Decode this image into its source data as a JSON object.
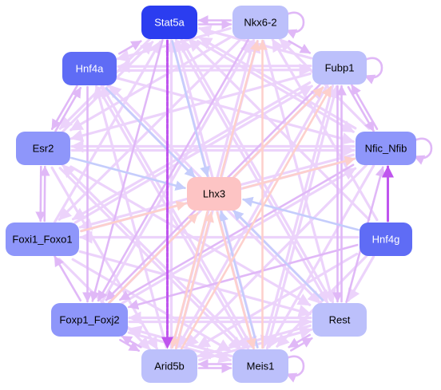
{
  "diagram": {
    "type": "network",
    "node_colors": {
      "dark_blue": "#2b3df0",
      "mid_blue": "#5f6cf5",
      "periwinkle": "#8e96fa",
      "pale_blue": "#bcc0fb",
      "salmon": "#fdc4c4"
    },
    "edge_colors": {
      "lilac": "#e0b8f7",
      "light_lilac": "#ecd3fb",
      "violet": "#bf55ee",
      "pale_blue": "#c5cdfc",
      "peach": "#fdd0cc"
    },
    "nodes": [
      {
        "id": "stat5a",
        "label": "Stat5a",
        "color": "dark_blue",
        "text_color": "#ffffff",
        "self_loop": false
      },
      {
        "id": "nkx62",
        "label": "Nkx6-2",
        "color": "pale_blue",
        "text_color": "#000000",
        "self_loop": true
      },
      {
        "id": "hnf4a",
        "label": "Hnf4a",
        "color": "mid_blue",
        "text_color": "#ffffff",
        "self_loop": false
      },
      {
        "id": "fubp1",
        "label": "Fubp1",
        "color": "pale_blue",
        "text_color": "#000000",
        "self_loop": true
      },
      {
        "id": "esr2",
        "label": "Esr2",
        "color": "periwinkle",
        "text_color": "#000000",
        "self_loop": false
      },
      {
        "id": "nfic",
        "label": "Nfic_Nfib",
        "color": "periwinkle",
        "text_color": "#000000",
        "self_loop": true
      },
      {
        "id": "lhx3",
        "label": "Lhx3",
        "color": "salmon",
        "text_color": "#000000",
        "self_loop": false
      },
      {
        "id": "foxi1",
        "label": "Foxi1_Foxo1",
        "color": "periwinkle",
        "text_color": "#000000",
        "self_loop": false
      },
      {
        "id": "hnf4g",
        "label": "Hnf4g",
        "color": "mid_blue",
        "text_color": "#ffffff",
        "self_loop": false
      },
      {
        "id": "foxp1",
        "label": "Foxp1_Foxj2",
        "color": "periwinkle",
        "text_color": "#000000",
        "self_loop": false
      },
      {
        "id": "rest",
        "label": "Rest",
        "color": "pale_blue",
        "text_color": "#000000",
        "self_loop": false
      },
      {
        "id": "arid5b",
        "label": "Arid5b",
        "color": "pale_blue",
        "text_color": "#000000",
        "self_loop": false
      },
      {
        "id": "meis1",
        "label": "Meis1",
        "color": "pale_blue",
        "text_color": "#000000",
        "self_loop": true
      }
    ],
    "edges": [
      {
        "from": "stat5a",
        "to": "arid5b",
        "color": "violet",
        "dashed": true
      },
      {
        "from": "stat5a",
        "to": "foxp1",
        "color": "lilac"
      },
      {
        "from": "stat5a",
        "to": "lhx3",
        "color": "pale_blue"
      },
      {
        "from": "stat5a",
        "to": "nkx62",
        "color": "lilac"
      },
      {
        "from": "stat5a",
        "to": "meis1",
        "color": "light_lilac"
      },
      {
        "from": "stat5a",
        "to": "rest",
        "color": "light_lilac"
      },
      {
        "from": "stat5a",
        "to": "nfic",
        "color": "light_lilac"
      },
      {
        "from": "stat5a",
        "to": "esr2",
        "color": "light_lilac"
      },
      {
        "from": "nkx62",
        "to": "stat5a",
        "color": "lilac"
      },
      {
        "from": "nkx62",
        "to": "hnf4a",
        "color": "light_lilac"
      },
      {
        "from": "nkx62",
        "to": "esr2",
        "color": "light_lilac"
      },
      {
        "from": "nkx62",
        "to": "foxi1",
        "color": "light_lilac"
      },
      {
        "from": "nkx62",
        "to": "foxp1",
        "color": "lilac"
      },
      {
        "from": "nkx62",
        "to": "arid5b",
        "color": "light_lilac"
      },
      {
        "from": "nkx62",
        "to": "fubp1",
        "color": "lilac"
      },
      {
        "from": "nkx62",
        "to": "rest",
        "color": "light_lilac"
      },
      {
        "from": "meis1",
        "to": "nkx62",
        "color": "peach"
      },
      {
        "from": "hnf4a",
        "to": "stat5a",
        "color": "lilac"
      },
      {
        "from": "hnf4a",
        "to": "lhx3",
        "color": "pale_blue"
      },
      {
        "from": "hnf4a",
        "to": "foxp1",
        "color": "lilac"
      },
      {
        "from": "hnf4a",
        "to": "nfic",
        "color": "light_lilac"
      },
      {
        "from": "hnf4a",
        "to": "meis1",
        "color": "light_lilac"
      },
      {
        "from": "hnf4a",
        "to": "rest",
        "color": "light_lilac"
      },
      {
        "from": "hnf4a",
        "to": "esr2",
        "color": "lilac"
      },
      {
        "from": "hnf4a",
        "to": "fubp1",
        "color": "light_lilac"
      },
      {
        "from": "fubp1",
        "to": "stat5a",
        "color": "light_lilac"
      },
      {
        "from": "fubp1",
        "to": "esr2",
        "color": "light_lilac"
      },
      {
        "from": "fubp1",
        "to": "foxi1",
        "color": "light_lilac"
      },
      {
        "from": "fubp1",
        "to": "foxp1",
        "color": "lilac"
      },
      {
        "from": "fubp1",
        "to": "arid5b",
        "color": "light_lilac"
      },
      {
        "from": "fubp1",
        "to": "meis1",
        "color": "light_lilac"
      },
      {
        "from": "fubp1",
        "to": "nfic",
        "color": "lilac"
      },
      {
        "from": "fubp1",
        "to": "rest",
        "color": "lilac"
      },
      {
        "from": "fubp1",
        "to": "hnf4a",
        "color": "light_lilac"
      },
      {
        "from": "arid5b",
        "to": "fubp1",
        "color": "peach"
      },
      {
        "from": "esr2",
        "to": "lhx3",
        "color": "pale_blue"
      },
      {
        "from": "esr2",
        "to": "foxi1",
        "color": "lilac"
      },
      {
        "from": "esr2",
        "to": "nfic",
        "color": "light_lilac"
      },
      {
        "from": "esr2",
        "to": "stat5a",
        "color": "light_lilac"
      },
      {
        "from": "esr2",
        "to": "rest",
        "color": "light_lilac"
      },
      {
        "from": "esr2",
        "to": "meis1",
        "color": "light_lilac"
      },
      {
        "from": "esr2",
        "to": "arid5b",
        "color": "light_lilac"
      },
      {
        "from": "esr2",
        "to": "hnf4a",
        "color": "lilac"
      },
      {
        "from": "nfic",
        "to": "esr2",
        "color": "light_lilac"
      },
      {
        "from": "nfic",
        "to": "foxi1",
        "color": "light_lilac"
      },
      {
        "from": "nfic",
        "to": "foxp1",
        "color": "lilac"
      },
      {
        "from": "nfic",
        "to": "arid5b",
        "color": "light_lilac"
      },
      {
        "from": "nfic",
        "to": "meis1",
        "color": "light_lilac"
      },
      {
        "from": "nfic",
        "to": "stat5a",
        "color": "light_lilac"
      },
      {
        "from": "nfic",
        "to": "fubp1",
        "color": "lilac"
      },
      {
        "from": "nfic",
        "to": "nkx62",
        "color": "light_lilac"
      },
      {
        "from": "foxi1",
        "to": "lhx3",
        "color": "peach"
      },
      {
        "from": "foxi1",
        "to": "nfic",
        "color": "light_lilac"
      },
      {
        "from": "foxi1",
        "to": "esr2",
        "color": "lilac"
      },
      {
        "from": "foxi1",
        "to": "rest",
        "color": "light_lilac"
      },
      {
        "from": "foxi1",
        "to": "stat5a",
        "color": "light_lilac"
      },
      {
        "from": "foxi1",
        "to": "meis1",
        "color": "light_lilac"
      },
      {
        "from": "foxi1",
        "to": "arid5b",
        "color": "light_lilac"
      },
      {
        "from": "foxi1",
        "to": "fubp1",
        "color": "light_lilac"
      },
      {
        "from": "hnf4g",
        "to": "nfic",
        "color": "violet"
      },
      {
        "from": "hnf4g",
        "to": "lhx3",
        "color": "pale_blue"
      },
      {
        "from": "hnf4g",
        "to": "foxp1",
        "color": "lilac"
      },
      {
        "from": "hnf4g",
        "to": "foxi1",
        "color": "light_lilac"
      },
      {
        "from": "hnf4g",
        "to": "arid5b",
        "color": "light_lilac"
      },
      {
        "from": "hnf4g",
        "to": "meis1",
        "color": "light_lilac"
      },
      {
        "from": "hnf4g",
        "to": "nkx62",
        "color": "light_lilac"
      },
      {
        "from": "hnf4g",
        "to": "stat5a",
        "color": "light_lilac"
      },
      {
        "from": "hnf4g",
        "to": "rest",
        "color": "light_lilac"
      },
      {
        "from": "foxp1",
        "to": "lhx3",
        "color": "peach"
      },
      {
        "from": "foxp1",
        "to": "foxi1",
        "color": "lilac"
      },
      {
        "from": "foxp1",
        "to": "arid5b",
        "color": "lilac"
      },
      {
        "from": "foxp1",
        "to": "meis1",
        "color": "light_lilac"
      },
      {
        "from": "foxp1",
        "to": "nfic",
        "color": "light_lilac"
      },
      {
        "from": "foxp1",
        "to": "nkx62",
        "color": "light_lilac"
      },
      {
        "from": "foxp1",
        "to": "fubp1",
        "color": "light_lilac"
      },
      {
        "from": "foxp1",
        "to": "rest",
        "color": "light_lilac"
      },
      {
        "from": "rest",
        "to": "lhx3",
        "color": "pale_blue"
      },
      {
        "from": "rest",
        "to": "meis1",
        "color": "lilac"
      },
      {
        "from": "rest",
        "to": "arid5b",
        "color": "light_lilac"
      },
      {
        "from": "rest",
        "to": "fubp1",
        "color": "lilac"
      },
      {
        "from": "rest",
        "to": "nfic",
        "color": "lilac"
      },
      {
        "from": "rest",
        "to": "stat5a",
        "color": "light_lilac"
      },
      {
        "from": "rest",
        "to": "hnf4a",
        "color": "light_lilac"
      },
      {
        "from": "rest",
        "to": "foxp1",
        "color": "light_lilac"
      },
      {
        "from": "arid5b",
        "to": "lhx3",
        "color": "peach"
      },
      {
        "from": "arid5b",
        "to": "meis1",
        "color": "lilac"
      },
      {
        "from": "arid5b",
        "to": "foxp1",
        "color": "lilac"
      },
      {
        "from": "arid5b",
        "to": "stat5a",
        "color": "light_lilac"
      },
      {
        "from": "arid5b",
        "to": "hnf4a",
        "color": "light_lilac"
      },
      {
        "from": "arid5b",
        "to": "nkx62",
        "color": "light_lilac"
      },
      {
        "from": "arid5b",
        "to": "rest",
        "color": "light_lilac"
      },
      {
        "from": "meis1",
        "to": "lhx3",
        "color": "pale_blue"
      },
      {
        "from": "meis1",
        "to": "arid5b",
        "color": "lilac"
      },
      {
        "from": "meis1",
        "to": "rest",
        "color": "lilac"
      },
      {
        "from": "meis1",
        "to": "foxp1",
        "color": "light_lilac"
      },
      {
        "from": "meis1",
        "to": "stat5a",
        "color": "light_lilac"
      },
      {
        "from": "meis1",
        "to": "hnf4a",
        "color": "light_lilac"
      },
      {
        "from": "meis1",
        "to": "fubp1",
        "color": "light_lilac"
      },
      {
        "from": "meis1",
        "to": "esr2",
        "color": "light_lilac"
      },
      {
        "from": "lhx3",
        "to": "nkx62",
        "color": "peach"
      },
      {
        "from": "lhx3",
        "to": "fubp1",
        "color": "peach"
      },
      {
        "from": "lhx3",
        "to": "nfic",
        "color": "peach"
      },
      {
        "from": "lhx3",
        "to": "meis1",
        "color": "peach"
      },
      {
        "from": "lhx3",
        "to": "arid5b",
        "color": "peach"
      }
    ]
  }
}
